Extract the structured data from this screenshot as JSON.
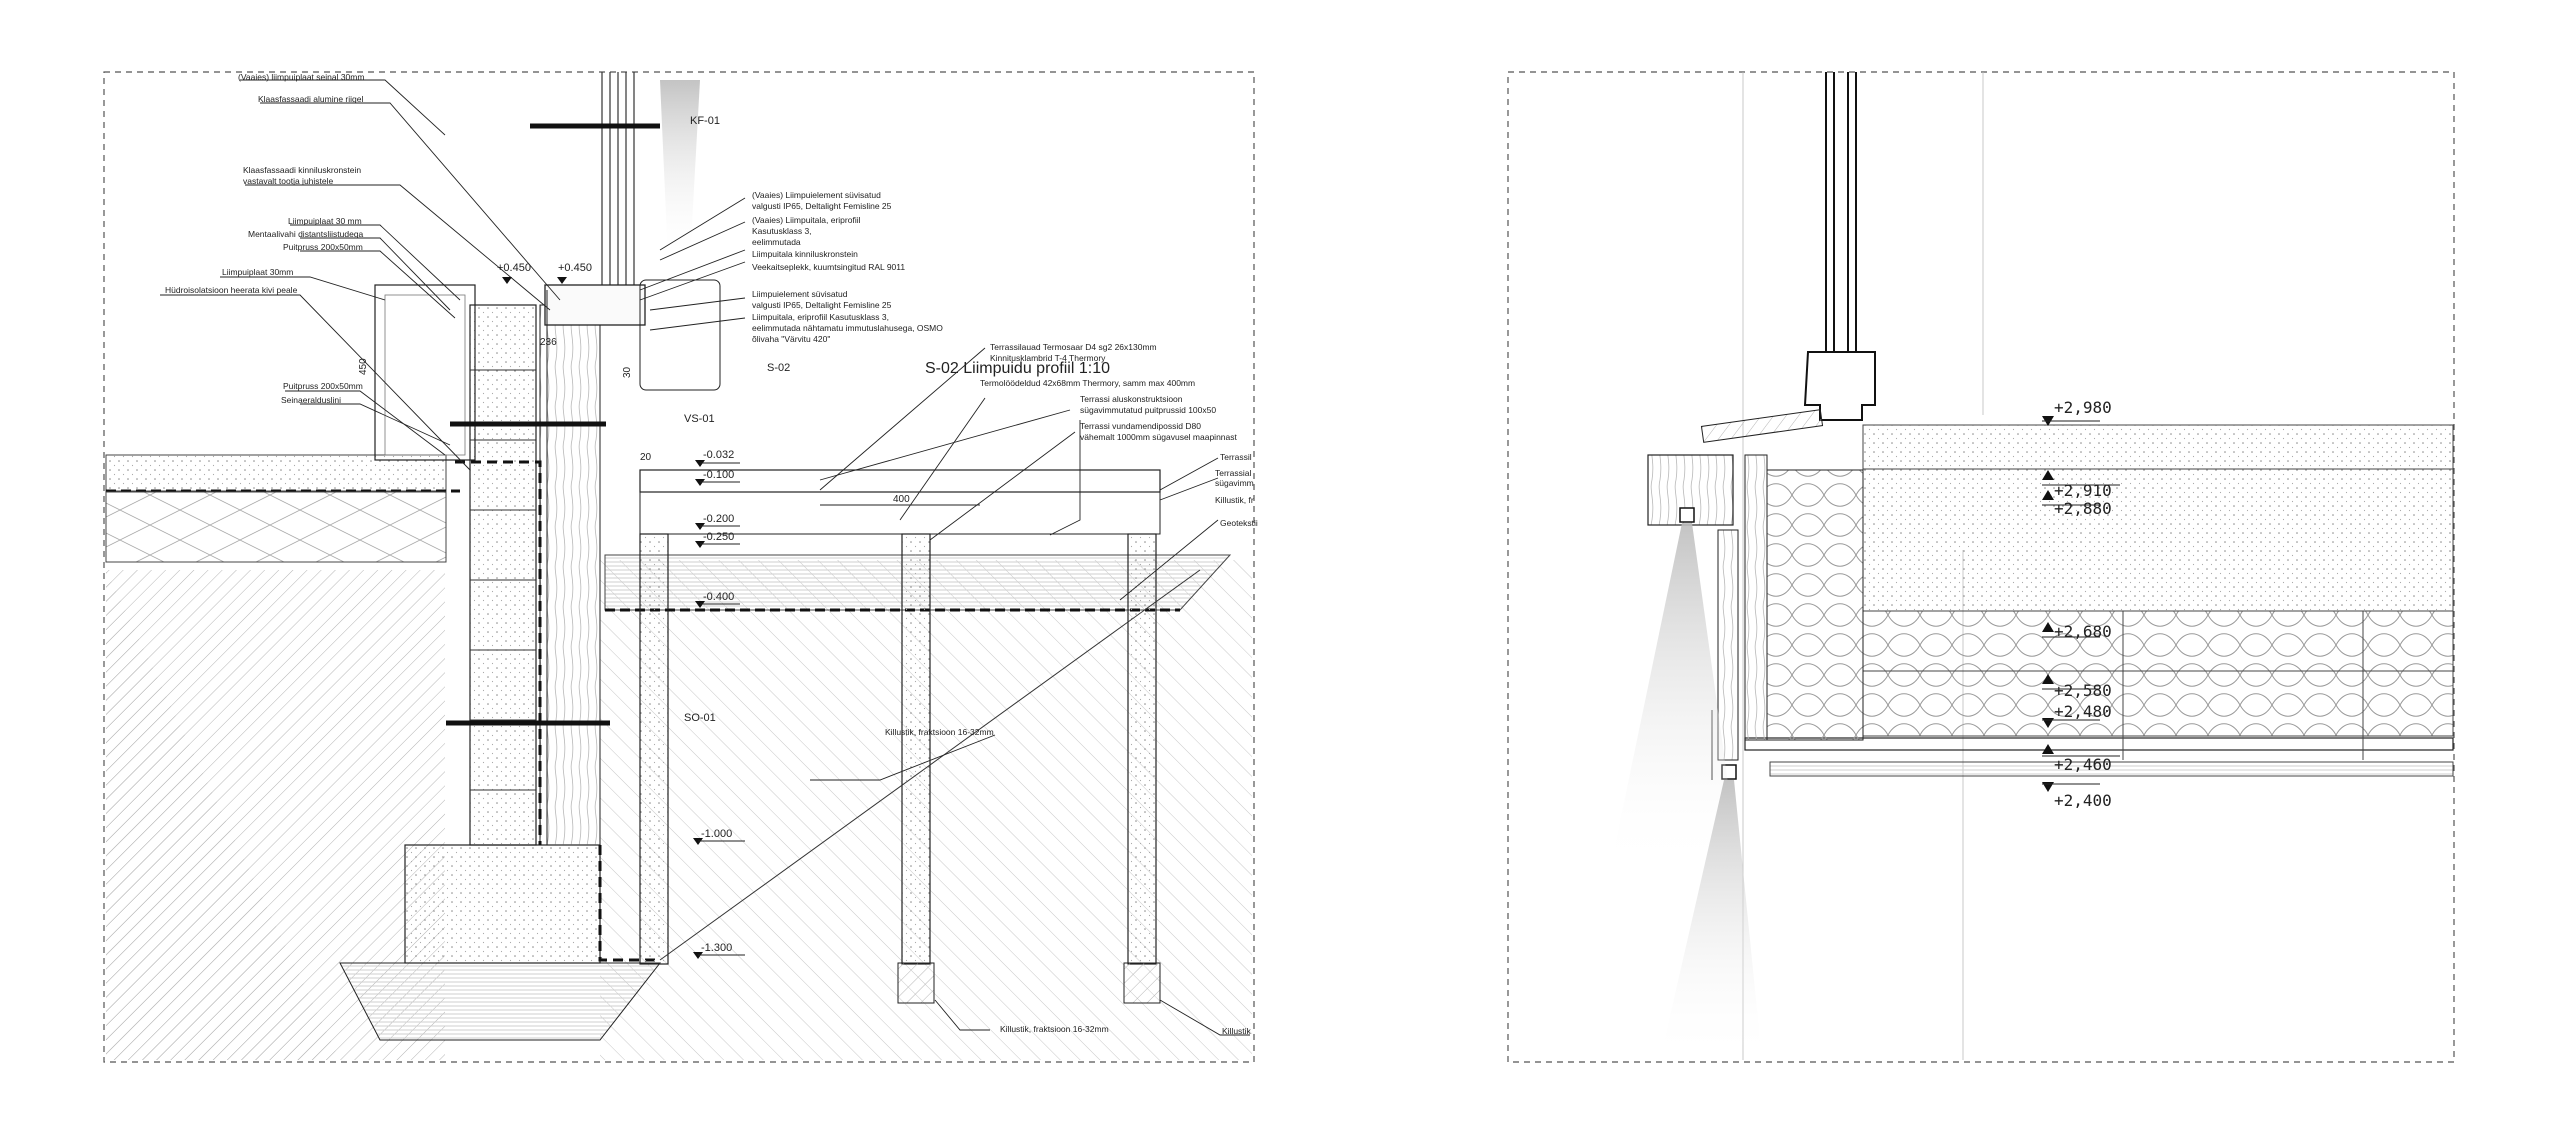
{
  "left_detail": {
    "title": "S-02  Liimpuidu profiil  1:10",
    "section_tags": [
      {
        "id": "kf",
        "text": "KF-01"
      },
      {
        "id": "vs",
        "text": "VS-01"
      },
      {
        "id": "so",
        "text": "SO-01"
      },
      {
        "id": "s02",
        "text": "S-02"
      }
    ],
    "levels": [
      {
        "id": "p450a",
        "text": "+0.450"
      },
      {
        "id": "p450b",
        "text": "+0.450"
      },
      {
        "id": "m032",
        "text": "-0.032"
      },
      {
        "id": "m100",
        "text": "-0.100"
      },
      {
        "id": "m200",
        "text": "-0.200"
      },
      {
        "id": "m250",
        "text": "-0.250"
      },
      {
        "id": "m400",
        "text": "-0.400"
      },
      {
        "id": "m1000",
        "text": "-1.000"
      },
      {
        "id": "m1300",
        "text": "-1.300"
      }
    ],
    "dimensions": [
      {
        "id": "d450",
        "text": "450"
      },
      {
        "id": "d236",
        "text": "236"
      },
      {
        "id": "d30",
        "text": "30"
      },
      {
        "id": "d20",
        "text": "20"
      },
      {
        "id": "d400",
        "text": "400"
      }
    ],
    "labels_left": [
      {
        "id": "l1",
        "text": "(Vaaies) liimpuiplaat seinal 30mm"
      },
      {
        "id": "l2",
        "text": "Klaasfassaadi alumine riigel"
      },
      {
        "id": "l3",
        "text": "Klaasfassaadi kinniluskronstein"
      },
      {
        "id": "l4",
        "text": "vastavalt tootja juhistele"
      },
      {
        "id": "l5",
        "text": "Liimpuiplaat 30 mm"
      },
      {
        "id": "l6",
        "text": "Mentaalivahi distantsliistudega"
      },
      {
        "id": "l7",
        "text": "Puitpruss 200x50mm"
      },
      {
        "id": "l8",
        "text": "Liimpuiplaat 30mm"
      },
      {
        "id": "l9",
        "text": "Hüdroisolatsioon heerata kivi peale"
      },
      {
        "id": "l10",
        "text": "Puitpruss 200x50mm"
      },
      {
        "id": "l11",
        "text": "Seinaeralduslini"
      }
    ],
    "labels_right": [
      {
        "id": "r1",
        "text": "(Vaaies) Liimpuielement süvisatud"
      },
      {
        "id": "r2",
        "text": "valgusti IP65, Deltalight Femisline 25"
      },
      {
        "id": "r3",
        "text": "(Vaaies) Liimpuitala, eriprofiil"
      },
      {
        "id": "r4",
        "text": "Kasutusklass 3,"
      },
      {
        "id": "r5",
        "text": "eelimmutada"
      },
      {
        "id": "r6",
        "text": "Liimpuitala kinniluskronstein"
      },
      {
        "id": "r7",
        "text": "Veekaitseplekk, kuumtsingitud RAL 9011"
      },
      {
        "id": "r8",
        "text": "Liimpuielement süvisatud"
      },
      {
        "id": "r9",
        "text": "valgusti IP65, Deltalight Femisline 25"
      },
      {
        "id": "r10",
        "text": "Liimpuitala, eriprofiil Kasutusklass 3,"
      },
      {
        "id": "r11",
        "text": "eelimmutada nähtamatu immutuslahusega, OSMO"
      },
      {
        "id": "r12",
        "text": "õlivaha \"Värvitu 420\""
      },
      {
        "id": "r13",
        "text": "Terrassilauad Termosaar D4 sg2 26x130mm"
      },
      {
        "id": "r14",
        "text": "Kinnitusklambrid T-4 Thermory"
      },
      {
        "id": "r15",
        "text": "Termolöödeldud 42x68mm Thermory, samm max 400mm"
      },
      {
        "id": "r16",
        "text": "Terrassi aluskonstruktsioon"
      },
      {
        "id": "r17",
        "text": "sügavimmutatud puitprussid 100x50"
      },
      {
        "id": "r18",
        "text": "Terrassi vundamendipossid D80"
      },
      {
        "id": "r19",
        "text": "vähemalt 1000mm sügavusel maapinnast"
      },
      {
        "id": "r20",
        "text": "Terrassil"
      },
      {
        "id": "r21",
        "text": "Terrassial"
      },
      {
        "id": "r22",
        "text": "sügavimm"
      },
      {
        "id": "r23",
        "text": "Killustik, fr"
      },
      {
        "id": "r24",
        "text": "Geotekstii"
      },
      {
        "id": "r25",
        "text": "Killustik, fraktsioon 16-32mm"
      },
      {
        "id": "r26",
        "text": "Killustik, fraktsioon 16-32mm"
      },
      {
        "id": "r27",
        "text": "Killustik"
      }
    ]
  },
  "right_detail": {
    "levels": [
      {
        "id": "l2980",
        "text": "+2,980"
      },
      {
        "id": "l2910",
        "text": "+2,910"
      },
      {
        "id": "l2880",
        "text": "+2,880"
      },
      {
        "id": "l2680",
        "text": "+2,680"
      },
      {
        "id": "l2580",
        "text": "+2,580"
      },
      {
        "id": "l2480",
        "text": "+2,480"
      },
      {
        "id": "l2460",
        "text": "+2,460"
      },
      {
        "id": "l2400",
        "text": "+2,400"
      }
    ]
  },
  "colors": {
    "line": "#222222",
    "hatch": "#9a9a9a",
    "frame": "#555555",
    "glow": "#cfcfcf"
  }
}
